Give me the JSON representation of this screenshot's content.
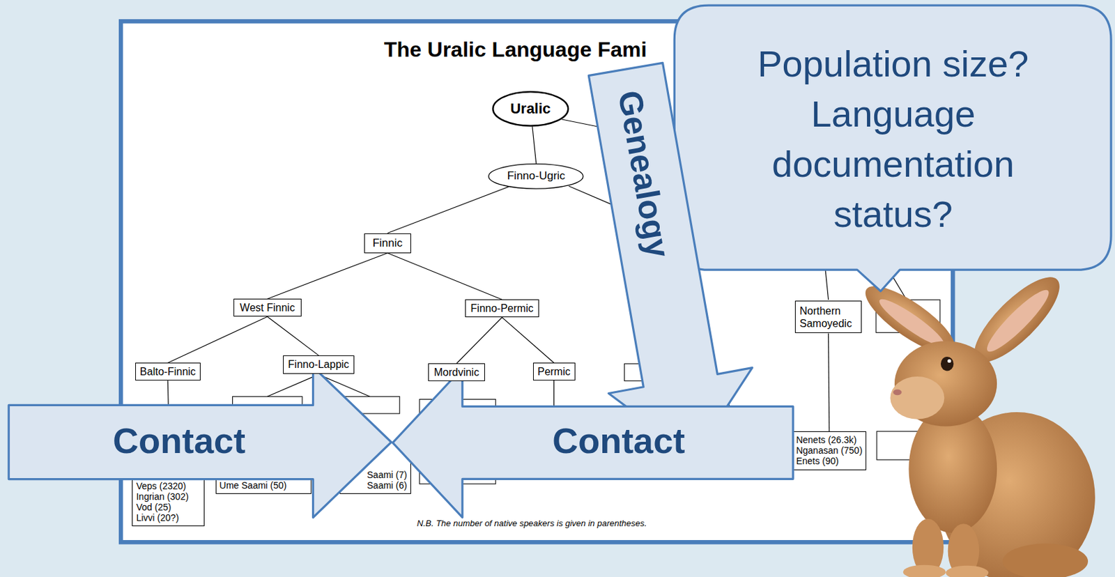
{
  "diagram": {
    "title": "The Uralic Language Fami",
    "caption": "N.B. The number of native speakers is given in parentheses.",
    "nodes": [
      {
        "text": [
          "Uralic"
        ]
      },
      {
        "text": [
          "Finno-Ugric"
        ]
      },
      {
        "text": [
          "Finnic"
        ]
      },
      {
        "text": [
          "West Finnic"
        ]
      },
      {
        "text": [
          "Finno-Permic"
        ]
      },
      {
        "text": [
          "Balto-Finnic"
        ]
      },
      {
        "text": [
          "Finno-Lappic"
        ]
      },
      {
        "text": [
          "Mordvinic"
        ]
      },
      {
        "text": [
          "Permic"
        ]
      },
      {
        "text": [
          "Northern Samoyedic"
        ]
      },
      {
        "text": [
          "Veps (2320)",
          "Ingrian (302)",
          "Vod (25)",
          "Livvi (20?)"
        ]
      },
      {
        "text": [
          "Ume Saami (50)"
        ]
      },
      {
        "text": [
          "Saami (7)",
          "Saami (6)"
        ]
      },
      {
        "text": [
          "Nenets (26.3k)",
          "Nganasan (750)",
          "Enets (90)"
        ]
      },
      {
        "text": [
          "Genealogy"
        ]
      },
      {
        "text": [
          "Contact"
        ]
      },
      {
        "text": [
          "Contact"
        ]
      },
      {
        "text": [
          "Population size?",
          "Language documentation status?"
        ]
      }
    ],
    "edges": [
      {
        "from": 0,
        "to": 1,
        "arrow": "none"
      },
      {
        "from": 1,
        "to": 2,
        "arrow": "none"
      },
      {
        "from": 2,
        "to": 3,
        "arrow": "none"
      },
      {
        "from": 2,
        "to": 4,
        "arrow": "none"
      },
      {
        "from": 3,
        "to": 5,
        "arrow": "none"
      },
      {
        "from": 3,
        "to": 6,
        "arrow": "none"
      },
      {
        "from": 4,
        "to": 7,
        "arrow": "none"
      },
      {
        "from": 4,
        "to": 8,
        "arrow": "none"
      },
      {
        "from": 5,
        "to": 10,
        "arrow": "none"
      },
      {
        "from": 9,
        "to": 13,
        "arrow": "none"
      }
    ]
  }
}
